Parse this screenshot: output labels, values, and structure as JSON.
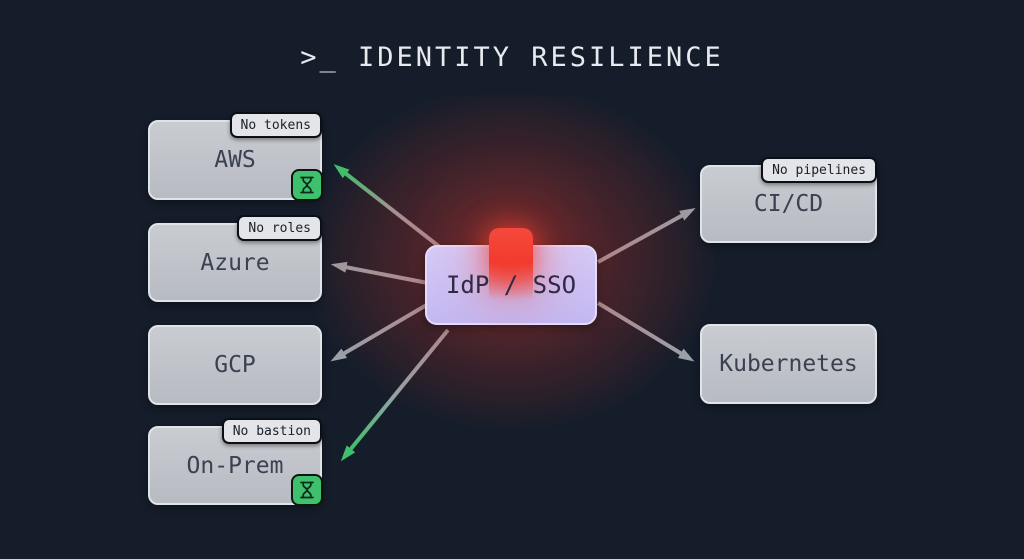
{
  "title": ">_ IDENTITY RESILIENCE",
  "center_node": {
    "label": "IdP / SSO"
  },
  "nodes": {
    "aws": {
      "label": "AWS",
      "badge": "No tokens",
      "icon": "hourglass-icon"
    },
    "azure": {
      "label": "Azure",
      "badge": "No roles"
    },
    "gcp": {
      "label": "GCP"
    },
    "onprem": {
      "label": "On-Prem",
      "badge": "No bastion",
      "icon": "hourglass-icon"
    },
    "cicd": {
      "label": "CI/CD",
      "badge": "No pipelines"
    },
    "k8s": {
      "label": "Kubernetes"
    }
  },
  "colors": {
    "background": "#151d2a",
    "title_text": "#e7eaee",
    "node_fill": "#c2c6cc",
    "node_border": "#e0e3e7",
    "node_text": "#3a4150",
    "badge_fill": "#e3e5e8",
    "badge_border": "#0b0f16",
    "badge_text": "#1a202b",
    "center_fill": "#c9c0f6",
    "center_border": "#e4defc",
    "center_text": "#2e2945",
    "alert_red": "#f23b2e",
    "accent_green": "#3ec06c",
    "arrow_gray": "#9aa0a8"
  }
}
